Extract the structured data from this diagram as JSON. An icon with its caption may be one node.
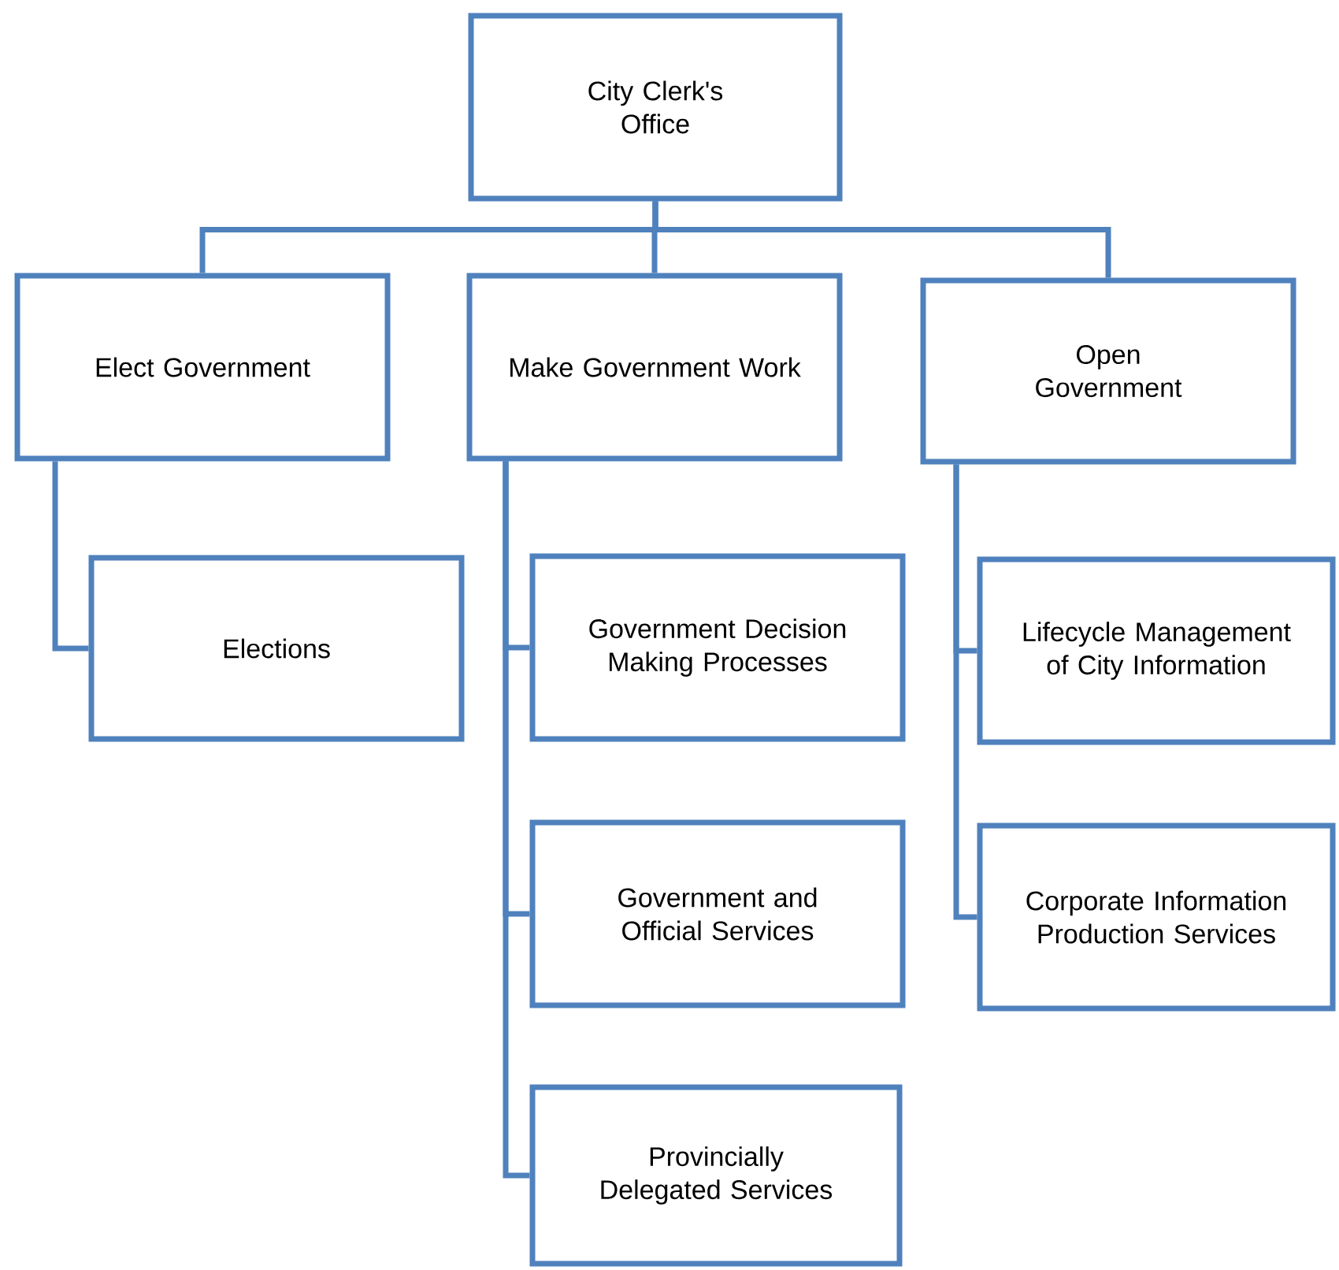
{
  "diagram": {
    "nodes": [
      {
        "text": [
          "City Clerk's Office"
        ]
      },
      {
        "text": [
          "Elect Government"
        ]
      },
      {
        "text": [
          "Make Government Work"
        ]
      },
      {
        "text": [
          "Open Government"
        ]
      },
      {
        "text": [
          "Elections"
        ]
      },
      {
        "text": [
          "Government Decision Making Processes"
        ]
      },
      {
        "text": [
          "Government and Official Services"
        ]
      },
      {
        "text": [
          "Provincially Delegated Services"
        ]
      },
      {
        "text": [
          "Lifecycle Management of City Information"
        ]
      },
      {
        "text": [
          "Corporate Information Production Services"
        ]
      }
    ],
    "edges": [
      {
        "from": 0,
        "to": 1,
        "arrow": "none"
      },
      {
        "from": 0,
        "to": 2,
        "arrow": "none"
      },
      {
        "from": 0,
        "to": 3,
        "arrow": "none"
      },
      {
        "from": 1,
        "to": 4,
        "arrow": "none"
      },
      {
        "from": 2,
        "to": 5,
        "arrow": "none"
      },
      {
        "from": 2,
        "to": 6,
        "arrow": "none"
      },
      {
        "from": 2,
        "to": 7,
        "arrow": "none"
      },
      {
        "from": 3,
        "to": 8,
        "arrow": "none"
      },
      {
        "from": 3,
        "to": 9,
        "arrow": "none"
      }
    ]
  }
}
